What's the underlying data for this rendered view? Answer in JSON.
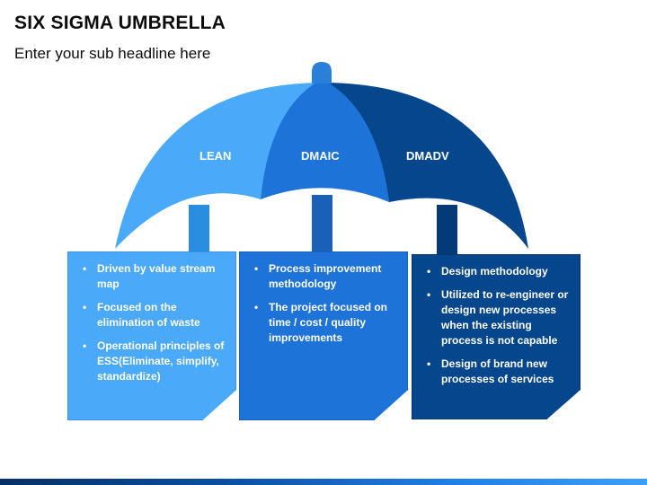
{
  "header": {
    "title": "SIX SIGMA UMBRELLA",
    "subtitle": "Enter your sub headline here"
  },
  "umbrella": {
    "segments": [
      {
        "label": "LEAN",
        "color": "#4aaaf9"
      },
      {
        "label": "DMAIC",
        "color": "#1e73d8"
      },
      {
        "label": "DMADV",
        "color": "#05468c"
      }
    ]
  },
  "cards": [
    {
      "color": "#4aaaf9",
      "bullets": [
        "Driven by value stream map",
        "Focused on the elimination of waste",
        "Operational principles of ESS(Eliminate, simplify, standardize)"
      ]
    },
    {
      "color": "#1e73d8",
      "bullets": [
        "Process improvement methodology",
        "The project focused on time / cost / quality improvements"
      ]
    },
    {
      "color": "#05468c",
      "bullets": [
        "Design methodology",
        "Utilized to re-engineer or design new processes when the existing process is not capable",
        "Design of brand new processes of services"
      ]
    }
  ]
}
